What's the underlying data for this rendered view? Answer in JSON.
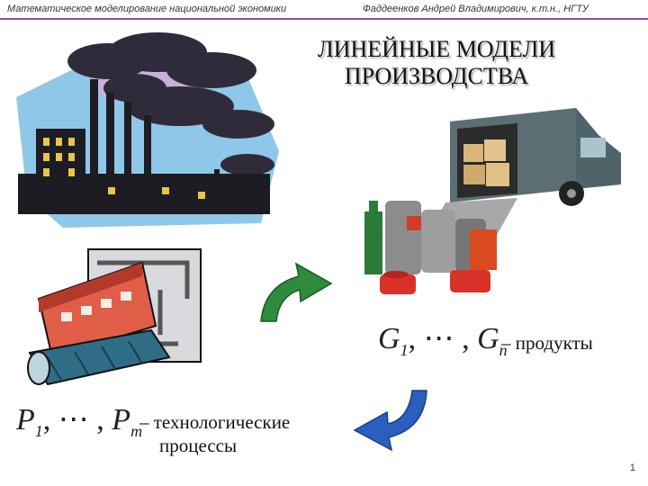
{
  "header": {
    "left": "Математическое моделирование национальной экономики",
    "right": "Фаддеенков Андрей Владимирович, к.т.н., НГТУ"
  },
  "title": {
    "line1": "ЛИНЕЙНЫЕ МОДЕЛИ",
    "line2": "ПРОИЗВОДСТВА"
  },
  "products": {
    "formula_first": "G",
    "first_sub": "1",
    "formula_mid": ", ⋯ , ",
    "formula_last": "G",
    "last_sub": "n",
    "caption": "– продукты"
  },
  "processes": {
    "formula_first": "P",
    "first_sub": "1",
    "formula_mid": ", ⋯ , ",
    "formula_last": "P",
    "last_sub": "m",
    "caption_line1": "– технологические",
    "caption_line2": "процессы"
  },
  "page_number": "1",
  "colors": {
    "accent_line": "#8a4bbf",
    "arrow_green": "#2e8b3c",
    "arrow_blue": "#2a5fc0"
  }
}
